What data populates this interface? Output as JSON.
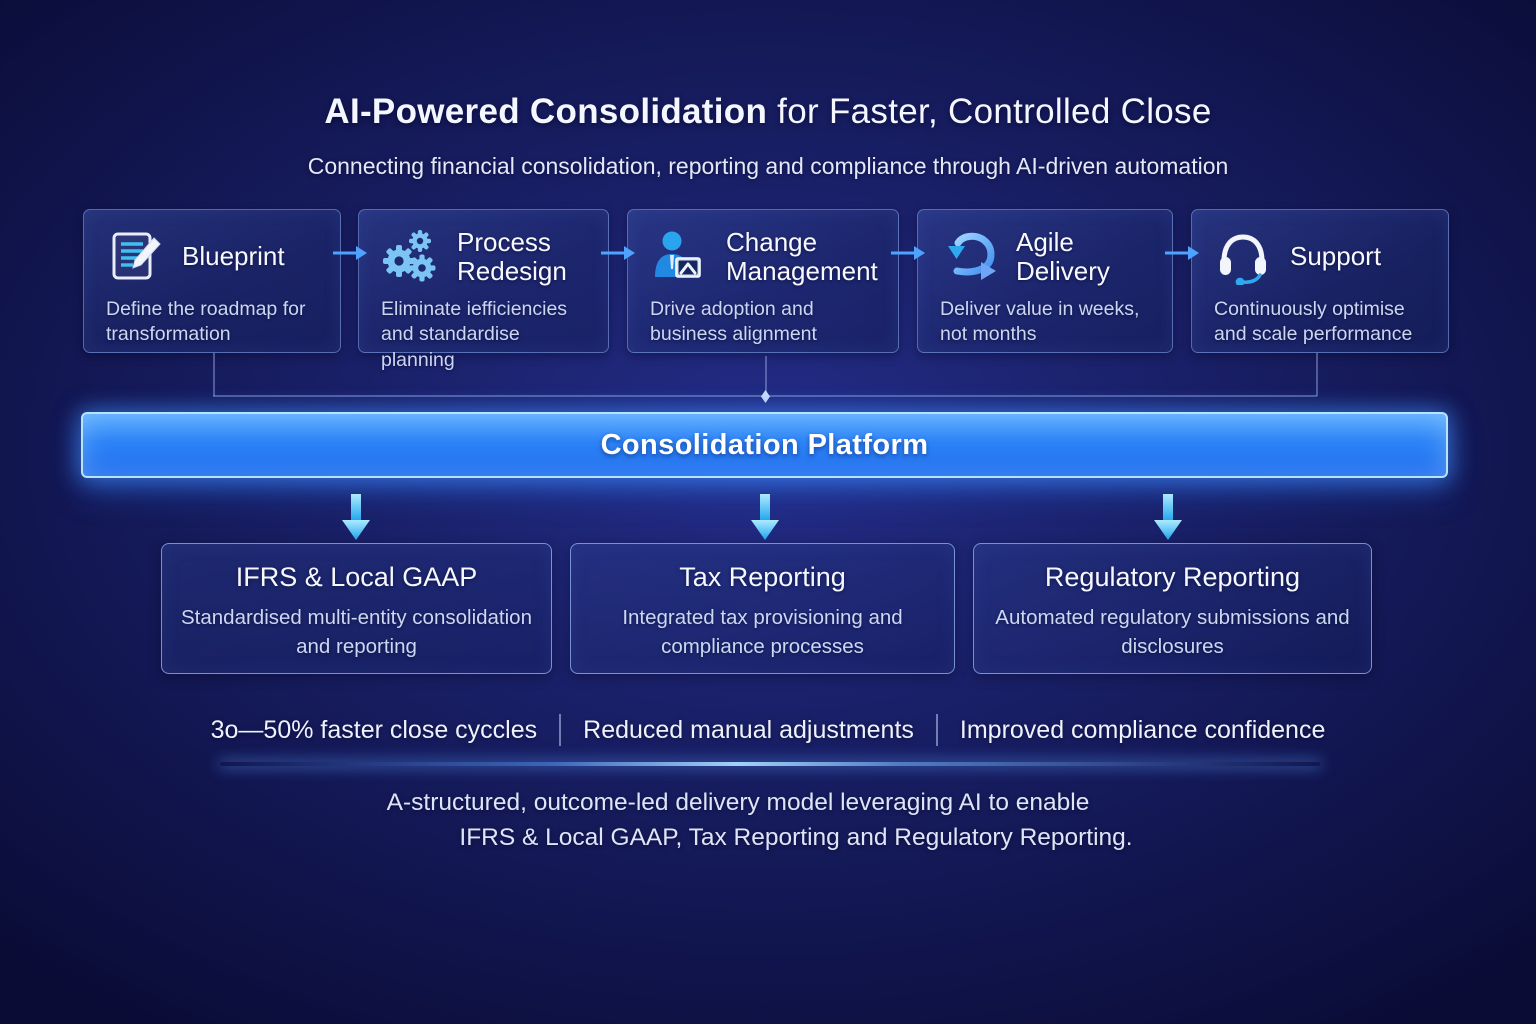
{
  "header": {
    "title_strong": "AI-Powered Consolidation",
    "title_rest": " for Faster, Controlled Close",
    "subtitle": "Connecting financial consolidation, reporting and compliance through AI-driven automation"
  },
  "process_cards": [
    {
      "icon": "document-pencil-icon",
      "title": "Blueprint",
      "description": "Define the roadmap for transformation"
    },
    {
      "icon": "gears-icon",
      "title": "Process Redesign",
      "description": "Eliminate iefficiencies and standardise planning"
    },
    {
      "icon": "person-chart-icon",
      "title": "Change Management",
      "description": "Drive adoption and business alignment"
    },
    {
      "icon": "loop-arrow-icon",
      "title": "Agile Delivery",
      "description": "Deliver value in weeks, not months"
    },
    {
      "icon": "headset-icon",
      "title": "Support",
      "description": "Continuously optimise and scale performance"
    }
  ],
  "platform": {
    "label": "Consolidation Platform"
  },
  "output_boxes": [
    {
      "title": "IFRS & Local GAAP",
      "description": "Standardised multi-entity consolidation and reporting"
    },
    {
      "title": "Tax Reporting",
      "description": "Integrated tax provisioning and compliance processes"
    },
    {
      "title": "Regulatory Reporting",
      "description": "Automated regulatory submissions and disclosures"
    }
  ],
  "stats": [
    "3o—50% faster close cyccles",
    "Reduced manual adjustments",
    "Improved compliance confidence"
  ],
  "footer": {
    "line1": "A-structured, outcome-led delivery model leveraging AI to enable",
    "line2": "IFRS & Local GAAP, Tax Reporting and Regulatory Reporting."
  },
  "colors": {
    "background_center": "#232d88",
    "background_edge": "#0a0c36",
    "platform_top": "#58a9ff",
    "platform_bottom": "#1d6aee",
    "platform_border": "#b6e4ff",
    "card_border": "#829ee1",
    "cyan_arrow": "#35b9f2",
    "icon_blue": "#7cc4f4",
    "text_primary": "#f5f8ff",
    "text_secondary": "#ccd6f1"
  }
}
